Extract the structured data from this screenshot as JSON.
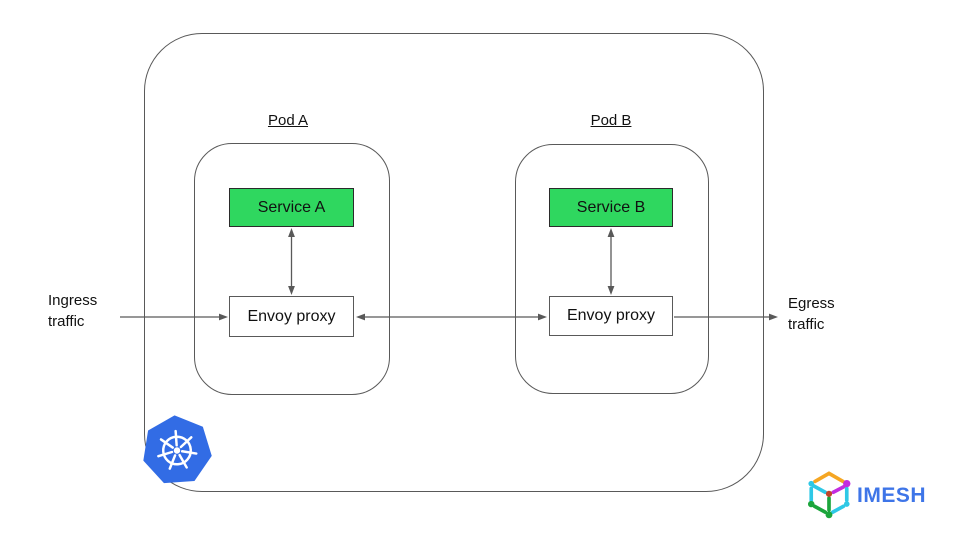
{
  "diagram": {
    "title_context": "Service mesh sidecar pattern inside a Kubernetes cluster",
    "pods": [
      {
        "label": "Pod A",
        "service_label": "Service A",
        "proxy_label": "Envoy proxy"
      },
      {
        "label": "Pod B",
        "service_label": "Service B",
        "proxy_label": "Envoy proxy"
      }
    ],
    "flows": {
      "ingress_label": "Ingress\ntraffic",
      "egress_label": "Egress\ntraffic",
      "connections": [
        "ingress -> pod-a-envoy-proxy",
        "pod-a-envoy-proxy <-> pod-a-service",
        "pod-a-envoy-proxy <-> pod-b-envoy-proxy",
        "pod-b-envoy-proxy <-> pod-b-service",
        "pod-b-envoy-proxy -> egress"
      ]
    },
    "branding": {
      "imesh_text": "IMESH"
    },
    "icons": {
      "kubernetes": "kubernetes-helm-wheel-heptagon",
      "imesh": "mesh-cube-wireframe"
    },
    "colors": {
      "service_fill": "#2fd75f",
      "kubernetes_blue": "#326ce5",
      "imesh_blue": "#3e75e8",
      "line_gray": "#595959",
      "imesh_orange": "#f5a623",
      "imesh_magenta": "#c32ce0",
      "imesh_cyan": "#2ec8e6",
      "imesh_green": "#1ca53c",
      "imesh_red_dot": "#c0452a"
    }
  }
}
